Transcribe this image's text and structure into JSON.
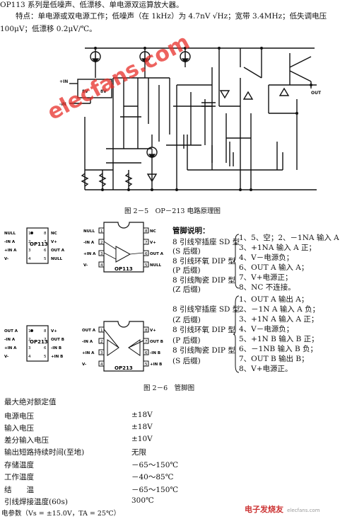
{
  "intro": {
    "line1": "OP113 系列是低噪声、低漂移、单电源双运算放大器。",
    "line2": "特点：单电源或双电源工作；低噪声（在 1kHz）为 4.7nV √Hz；宽带 3.4MHz；低失调电压",
    "line3": "100μV；低漂移 0.2μV/℃。"
  },
  "fig1": {
    "caption": "图 2－5　OP－213 电路原理图",
    "labels": {
      "in_plus": "+IN",
      "in_minus": "-IN",
      "out": "OUT",
      "v1": "8V",
      "v2": "8V"
    }
  },
  "watermark": "elecfans.com",
  "op113": {
    "so": {
      "name": "OP113",
      "left": [
        "NULL",
        "-IN A",
        "+IN A",
        "V-"
      ],
      "right": [
        "NC",
        "V+",
        "OUT A",
        "NULL"
      ]
    },
    "dip": {
      "name": "OP113",
      "left": [
        "NULL",
        "-IN A",
        "+IN A",
        "V-"
      ],
      "right": [
        "NC",
        "V+",
        "OUT A",
        "NULL"
      ]
    },
    "desc_title": "管脚说明：",
    "desc_left": [
      "8 引线窄插座 SD 型",
      "(S 后缀)",
      "8 引线环氧 DIP 型",
      "(P 后缀)",
      "8 引线陶瓷 DIP 型",
      "(Z 后缀)"
    ],
    "desc_right": [
      "1、5、空；2、－1NA 输入 A 负；",
      "3、+1NA 输入 A 正；",
      "4、V－电源负；",
      "6、OUT A 输入 A；",
      "7、V+电源正；",
      "8、NC 不连接。"
    ]
  },
  "op213": {
    "so": {
      "name": "OP213",
      "left": [
        "OUT A",
        "-IN A",
        "+IN A",
        "V-"
      ],
      "right": [
        "V+",
        "OUT B",
        "-IN B",
        "+IN B"
      ]
    },
    "dip": {
      "name": "OP213",
      "left": [
        "OUT A",
        "-IN A",
        "+IN A",
        "V-"
      ],
      "right": [
        "V+",
        "OUT B",
        "-IN B",
        "+IN B"
      ]
    },
    "desc_left": [
      "8 引线窄插座 SD 型",
      "(Z 后缀)",
      "8 引线环氧 DIP 型",
      "(P 后缀)",
      "8 引线陶瓷 DIP 型",
      "(S 后缀)"
    ],
    "desc_right": [
      "1、OUT A 输出 A；",
      "2、－1N A 输入 A 负；",
      "3、+1N A 输入 A 正；",
      "4、V－电源负；",
      "5、+1N B 输入 B 正；",
      "6、－1NB 输入 B 负；",
      "7、OUT B 输出 B；",
      "8、V+电源正。"
    ]
  },
  "fig2": {
    "caption": "图 2－6　管脚图"
  },
  "ratings": {
    "title": "最大绝对额定值",
    "rows": [
      {
        "name": "电源电压",
        "value": "±18V"
      },
      {
        "name": "输入电压",
        "value": "±18V"
      },
      {
        "name": "差分输入电压",
        "value": "±10V"
      },
      {
        "name": "输出短路持续时间(至地)",
        "value": "无限"
      },
      {
        "name": "存储温度",
        "value": "－65～150℃"
      },
      {
        "name": "工作温度",
        "value": "－40～85℃"
      },
      {
        "name": "结　　温",
        "value": "－65～150℃"
      },
      {
        "name": "引线焊接温度(60s)",
        "value": "300℃"
      }
    ],
    "footer": "电参数（Vs = ±15.0V，TA = 25℃）"
  },
  "logo": {
    "text": "电子发烧友",
    "sub": "elecfans.com"
  }
}
